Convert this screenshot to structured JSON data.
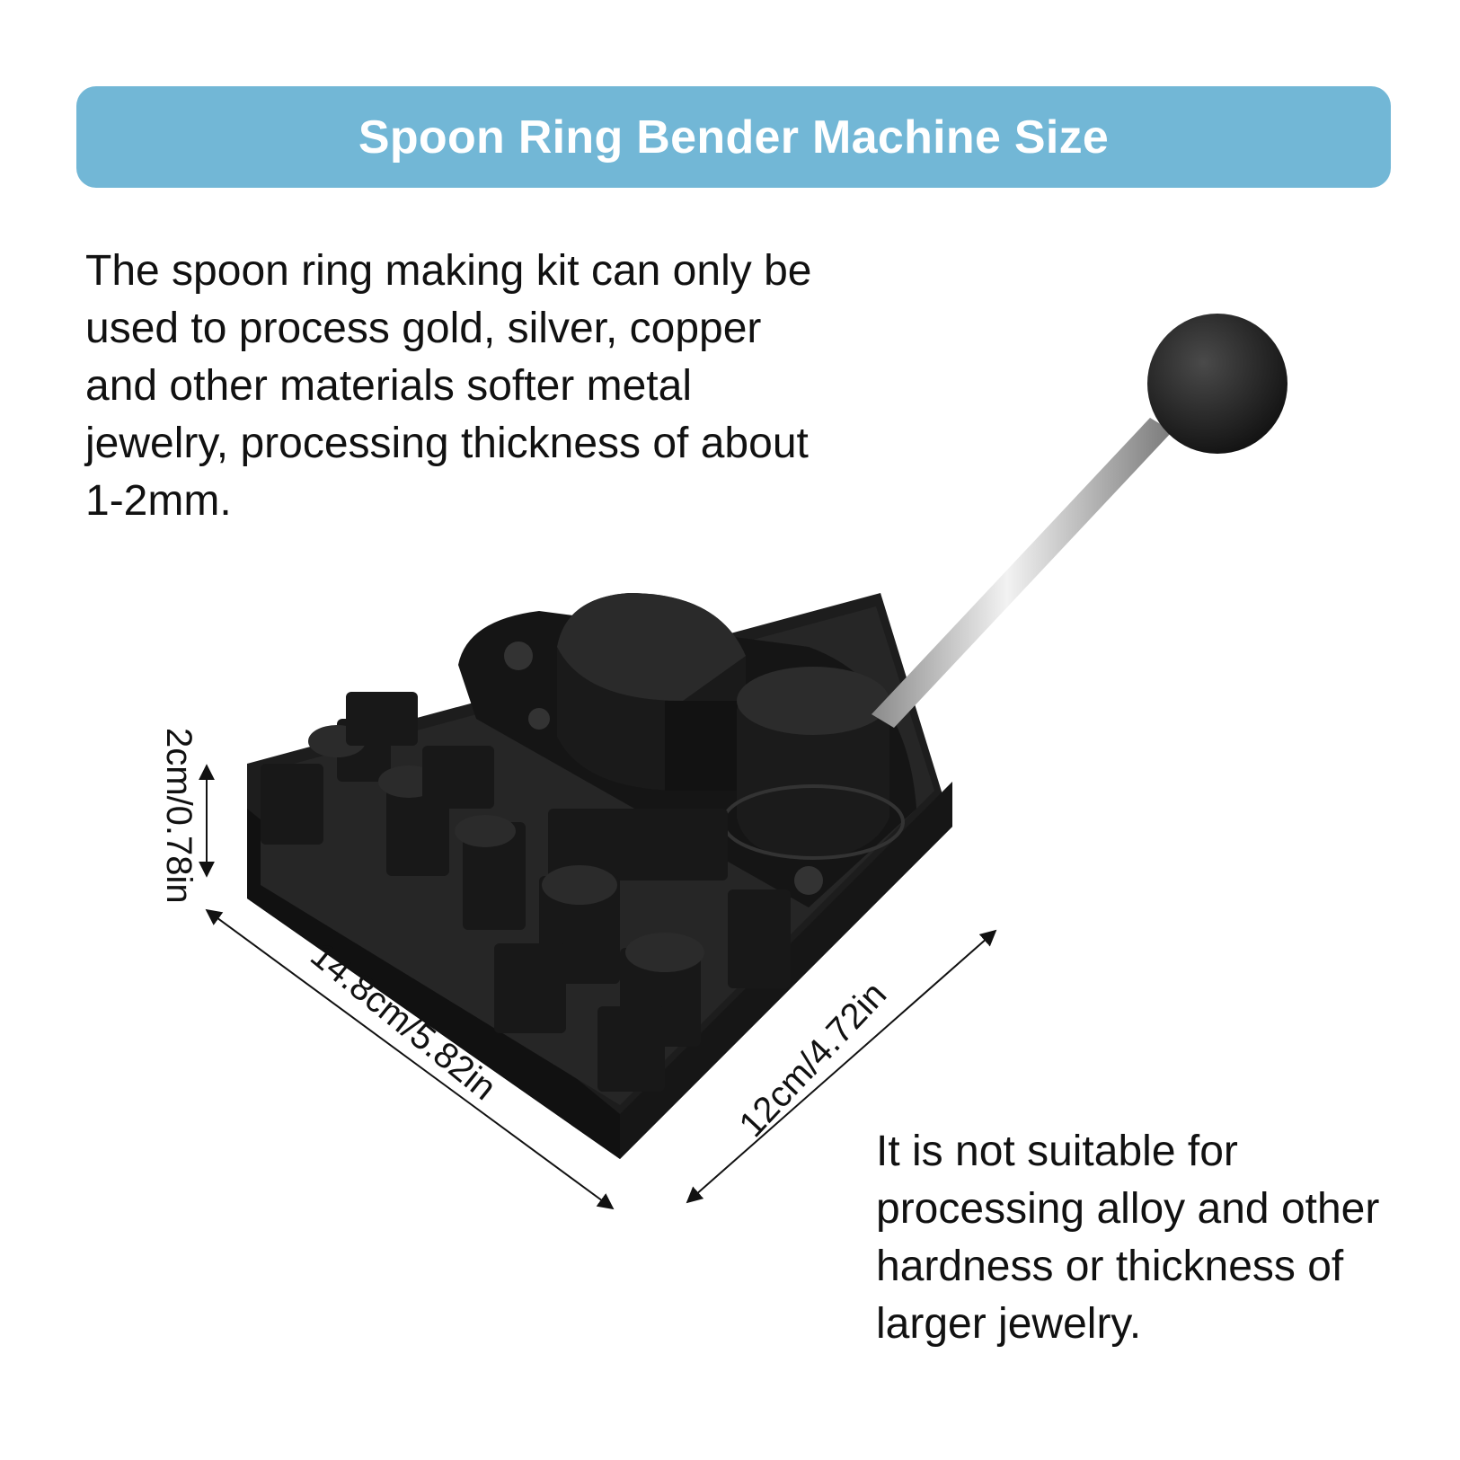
{
  "banner": {
    "title": "Spoon Ring Bender Machine Size",
    "background_color": "#72b7d6"
  },
  "description_top": "The spoon ring making kit can only be used to process gold, silver, copper and other materials softer metal jewelry, processing thickness of about 1-2mm.",
  "description_bottom": "It is not suitable for processing alloy and other hardness or thickness of larger jewelry.",
  "dimensions": {
    "height": "2cm/0.78in",
    "length": "14.8cm/5.82in",
    "width": "12cm/4.72in"
  }
}
